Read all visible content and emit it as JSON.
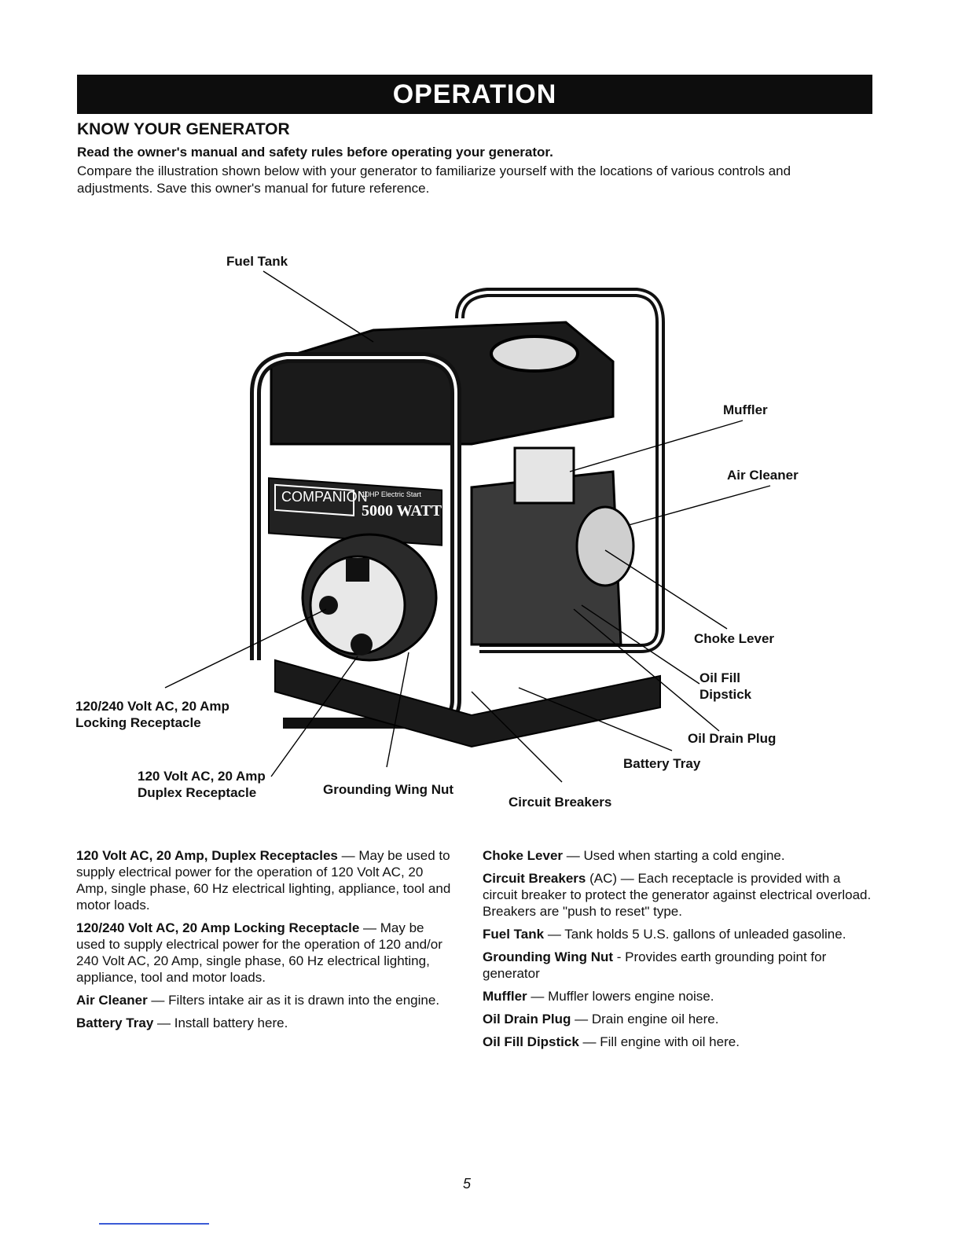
{
  "header": {
    "title": "OPERATION"
  },
  "section": {
    "title": "KNOW YOUR GENERATOR",
    "lead": "Read the owner's manual and safety rules before operating your generator.",
    "intro": "Compare the illustration shown below with your generator to familiarize yourself with the locations of various controls and adjustments. Save this owner's manual for future reference."
  },
  "diagram": {
    "brand": "COMPANION",
    "badge_small": "10HP Electric Start",
    "badge_large": "5000 WATT",
    "labels": {
      "fuel_tank": "Fuel Tank",
      "muffler": "Muffler",
      "air_cleaner": "Air Cleaner",
      "choke_lever": "Choke Lever",
      "oil_fill_line1": "Oil Fill",
      "oil_fill_line2": "Dipstick",
      "oil_drain_plug": "Oil Drain Plug",
      "battery_tray": "Battery Tray",
      "circuit_breakers": "Circuit Breakers",
      "grounding_wing_nut": "Grounding Wing Nut",
      "locking_line1": "120/240 Volt AC, 20 Amp",
      "locking_line2": "Locking Receptacle",
      "duplex_line1": "120 Volt AC, 20 Amp",
      "duplex_line2": "Duplex Receptacle"
    }
  },
  "descriptions": {
    "left": [
      {
        "term": "120 Volt AC, 20 Amp, Duplex Receptacles",
        "sep": " — ",
        "text": "May be used to supply electrical power for the operation of 120 Volt AC, 20 Amp, single phase, 60 Hz electrical lighting, appliance, tool and motor loads."
      },
      {
        "term": "120/240 Volt AC, 20 Amp Locking Receptacle",
        "sep": " — ",
        "text": "May be used to supply electrical power for the operation of 120 and/or 240 Volt AC, 20 Amp, single phase, 60 Hz electrical lighting, appliance, tool and motor loads."
      },
      {
        "term": "Air Cleaner",
        "sep": " — ",
        "text": "Filters intake air as it is drawn into the engine."
      },
      {
        "term": "Battery Tray",
        "sep": " — ",
        "text": "Install battery here."
      }
    ],
    "right": [
      {
        "term": "Choke Lever",
        "sep": " — ",
        "text": "Used when starting a cold engine."
      },
      {
        "term": "Circuit Breakers",
        "sep": " (AC) — ",
        "text": "Each receptacle is provided with a circuit breaker to protect the generator against electrical overload. Breakers are \"push to reset\" type."
      },
      {
        "term": "Fuel Tank",
        "sep": " — ",
        "text": "Tank holds 5 U.S. gallons of unleaded gasoline."
      },
      {
        "term": "Grounding Wing Nut",
        "sep": " - ",
        "text": "Provides earth grounding point for generator"
      },
      {
        "term": "Muffler",
        "sep": " — ",
        "text": "Muffler lowers engine noise."
      },
      {
        "term": "Oil Drain Plug",
        "sep": " — ",
        "text": "Drain engine oil here."
      },
      {
        "term": "Oil Fill Dipstick",
        "sep": " — ",
        "text": "Fill engine with oil here."
      }
    ]
  },
  "page": {
    "number": "5"
  }
}
